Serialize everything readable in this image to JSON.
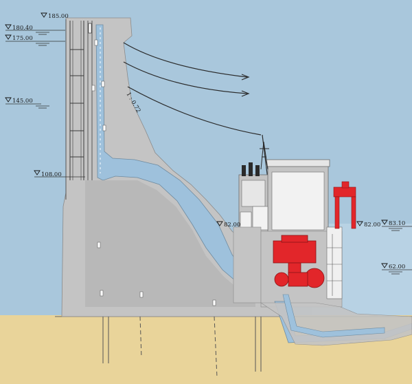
{
  "colors": {
    "water": "#a9c7dc",
    "water_light": "#b8d2e4",
    "concrete": "#c4c4c4",
    "concrete_dark": "#b3b3b3",
    "ground": "#e9d49a",
    "channel": "#9ec1dc",
    "machinery": "#e2262a",
    "line": "#3a3a3a"
  },
  "elevations": {
    "crest": "185.00",
    "upstream_max": "180.40",
    "upstream_normal": "175.00",
    "upstream_low": "145.00",
    "intake": "108.00",
    "powerhouse_floor": "82.00",
    "tailwater_platform": "82.00",
    "tailwater_max": "83.10",
    "tailwater_min": "62.00"
  },
  "annotations": {
    "slope": "1 : 0.72"
  },
  "icons": {
    "elevation_marker": "triangle-down-icon",
    "water_surface": "water-surface-ticks-icon"
  }
}
